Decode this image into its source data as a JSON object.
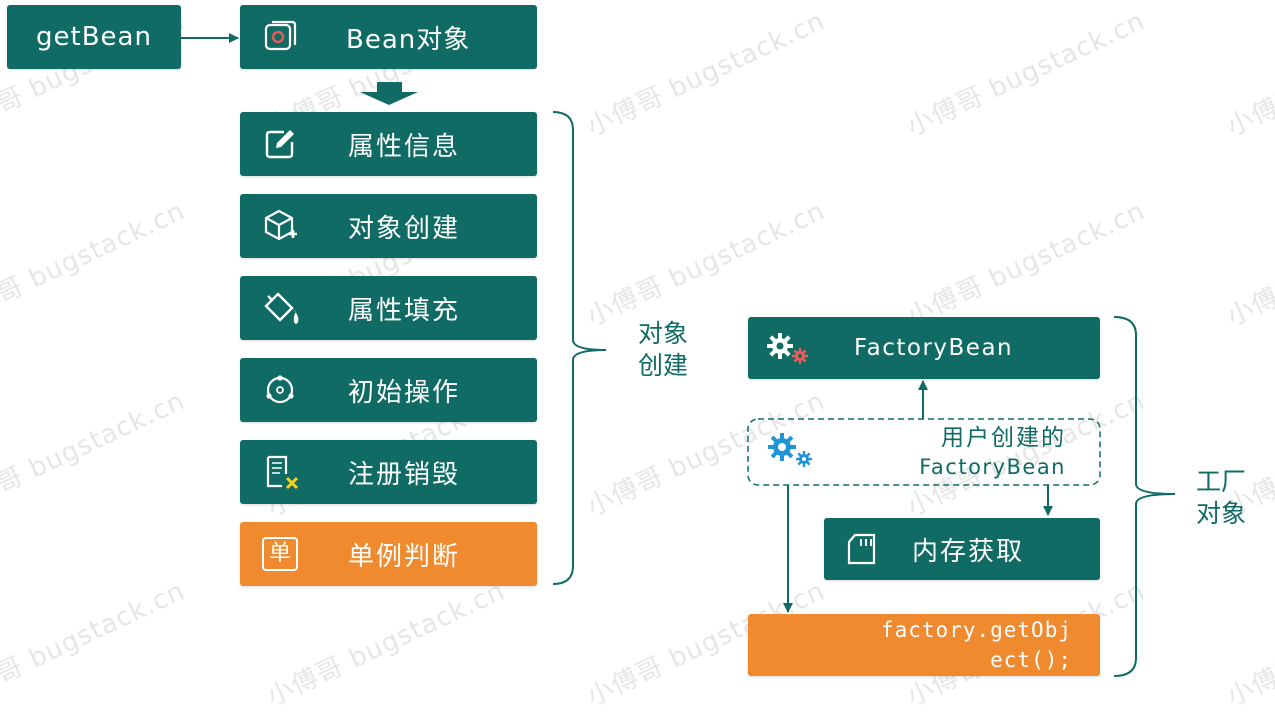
{
  "watermark": "小傅哥 bugstack.cn",
  "colors": {
    "teal": "#0f6b63",
    "orange": "#ef8a2f",
    "accent_red": "#e85a4f",
    "gear_blue": "#1f95d6",
    "gear_red": "#ef5a5a",
    "accent_yellow": "#f5d31a"
  },
  "left_flow": {
    "start": "getBean",
    "target": "Bean对象",
    "steps": [
      {
        "label": "属性信息",
        "icon": "edit-icon"
      },
      {
        "label": "对象创建",
        "icon": "cube-add-icon"
      },
      {
        "label": "属性填充",
        "icon": "bucket-fill-icon"
      },
      {
        "label": "初始操作",
        "icon": "init-ring-icon"
      },
      {
        "label": "注册销毁",
        "icon": "document-x-icon"
      },
      {
        "label": "单例判断",
        "icon": "single-icon",
        "icon_char": "单"
      }
    ],
    "group_label_line1": "对象",
    "group_label_line2": "创建"
  },
  "right_flow": {
    "factory_bean": "FactoryBean",
    "user_created_line1": "用户创建的",
    "user_created_line2": "FactoryBean",
    "memory": "内存获取",
    "get_object_line1": "factory.getObj",
    "get_object_line2": "ect();",
    "group_label_line1": "工厂",
    "group_label_line2": "对象"
  }
}
